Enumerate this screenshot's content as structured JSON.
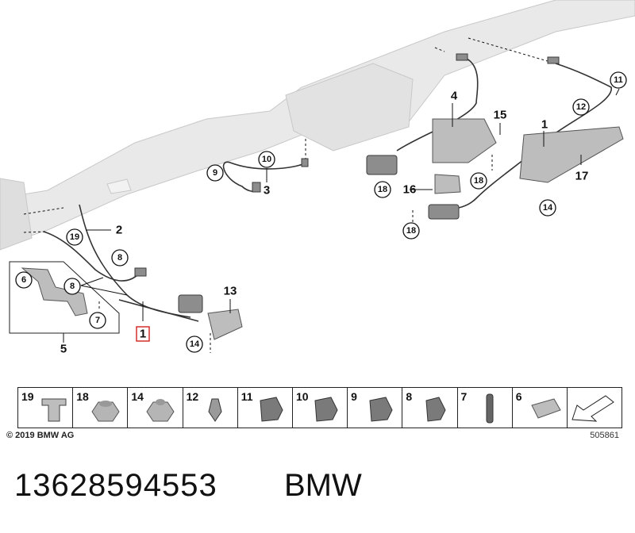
{
  "callouts": [
    "19",
    "2",
    "8",
    "6",
    "8",
    "7",
    "1",
    "5",
    "13",
    "14",
    "9",
    "10",
    "3",
    "4",
    "15",
    "1",
    "11",
    "12",
    "17",
    "14",
    "18",
    "16",
    "18",
    "18"
  ],
  "strip_items": [
    "19",
    "18",
    "14",
    "12",
    "11",
    "10",
    "9",
    "8",
    "7",
    "6",
    ""
  ],
  "copyright": "© 2019 BMW AG",
  "drawing_id": "505861",
  "part_number": "13628594553",
  "brand": "BMW"
}
